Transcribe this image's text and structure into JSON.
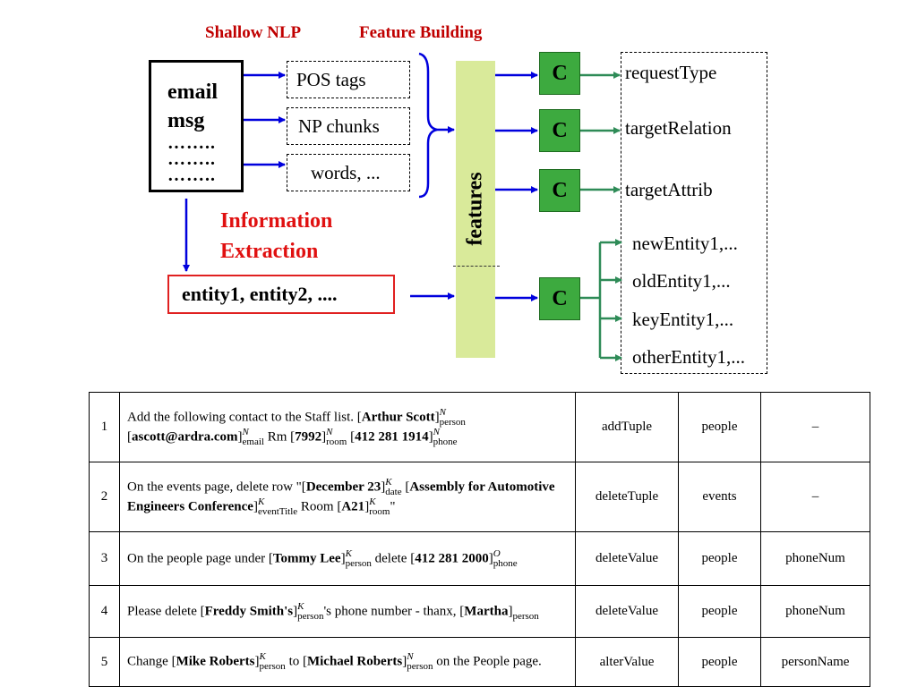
{
  "diagram": {
    "headers": {
      "shallow_nlp": "Shallow NLP",
      "feature_building": "Feature Building"
    },
    "email": {
      "line1": "email",
      "line2": "msg",
      "dots": "……..",
      "dots2": "……..",
      "dots3": "…….."
    },
    "features_inputs": [
      "POS tags",
      "NP chunks",
      "words, ..."
    ],
    "features_label": "features",
    "classifier_label": "C",
    "outputs_top": [
      "requestType",
      "targetRelation",
      "targetAttrib"
    ],
    "outputs_entities": [
      "newEntity1,...",
      "oldEntity1,...",
      "keyEntity1,...",
      "otherEntity1,..."
    ],
    "ie_label": {
      "line1": "Information",
      "line2": "Extraction"
    },
    "entity_box": "entity1, entity2, ....",
    "colors": {
      "header_red": "#c00000",
      "arrow_blue": "#0000dd",
      "arrow_green": "#2e8b57",
      "c_green": "#3daa3f",
      "features_bg": "#d9ea9a"
    }
  },
  "table": {
    "rows": [
      {
        "num": "1",
        "text": [
          {
            "t": "Add the following contact to the Staff list. [",
            "b": false
          },
          {
            "t": "Arthur Scott",
            "b": true
          },
          {
            "t": "]",
            "b": false,
            "sup": "N",
            "sub": "person"
          },
          {
            "t": " [",
            "b": false
          },
          {
            "t": "ascott@ardra.com",
            "b": true
          },
          {
            "t": "]",
            "b": false,
            "sup": "N",
            "sub": "email"
          },
          {
            "t": " Rm [",
            "b": false
          },
          {
            "t": "7992",
            "b": true
          },
          {
            "t": "]",
            "b": false,
            "sup": "N",
            "sub": "room"
          },
          {
            "t": " [",
            "b": false
          },
          {
            "t": "412 281 1914",
            "b": true
          },
          {
            "t": "]",
            "b": false,
            "sup": "N",
            "sub": "phone"
          }
        ],
        "action": "addTuple",
        "relation": "people",
        "attrib": "–"
      },
      {
        "num": "2",
        "text": [
          {
            "t": "On the events page, delete row \"[",
            "b": false
          },
          {
            "t": "December 23",
            "b": true
          },
          {
            "t": "]",
            "b": false,
            "sup": "K",
            "sub": "date"
          },
          {
            "t": " [",
            "b": false
          },
          {
            "t": "Assembly for Automotive Engineers Conference",
            "b": true
          },
          {
            "t": "]",
            "b": false,
            "sup": "K",
            "sub": "eventTitle"
          },
          {
            "t": " Room [",
            "b": false
          },
          {
            "t": "A21",
            "b": true
          },
          {
            "t": "]",
            "b": false,
            "sup": "K",
            "sub": "room"
          },
          {
            "t": "\"",
            "b": false
          }
        ],
        "action": "deleteTuple",
        "relation": "events",
        "attrib": "–"
      },
      {
        "num": "3",
        "text": [
          {
            "t": "On the people page under [",
            "b": false
          },
          {
            "t": "Tommy Lee",
            "b": true
          },
          {
            "t": "]",
            "b": false,
            "sup": "K",
            "sub": "person"
          },
          {
            "t": " delete [",
            "b": false
          },
          {
            "t": "412 281 2000",
            "b": true
          },
          {
            "t": "]",
            "b": false,
            "sup": "O",
            "sub": "phone"
          }
        ],
        "action": "deleteValue",
        "relation": "people",
        "attrib": "phoneNum"
      },
      {
        "num": "4",
        "text": [
          {
            "t": "Please delete [",
            "b": false
          },
          {
            "t": "Freddy Smith's",
            "b": true
          },
          {
            "t": "]",
            "b": false,
            "sup": "K",
            "sub": "person"
          },
          {
            "t": "'s phone number - thanx, [",
            "b": false
          },
          {
            "t": "Martha",
            "b": true
          },
          {
            "t": "]",
            "b": false,
            "sub": "person"
          }
        ],
        "action": "deleteValue",
        "relation": "people",
        "attrib": "phoneNum"
      },
      {
        "num": "5",
        "text": [
          {
            "t": "Change [",
            "b": false
          },
          {
            "t": "Mike Roberts",
            "b": true
          },
          {
            "t": "]",
            "b": false,
            "sup": "K",
            "sub": "person"
          },
          {
            "t": " to [",
            "b": false
          },
          {
            "t": "Michael Roberts",
            "b": true
          },
          {
            "t": "]",
            "b": false,
            "sup": "N",
            "sub": "person"
          },
          {
            "t": " on the People page.",
            "b": false
          }
        ],
        "action": "alterValue",
        "relation": "people",
        "attrib": "personName"
      }
    ]
  }
}
